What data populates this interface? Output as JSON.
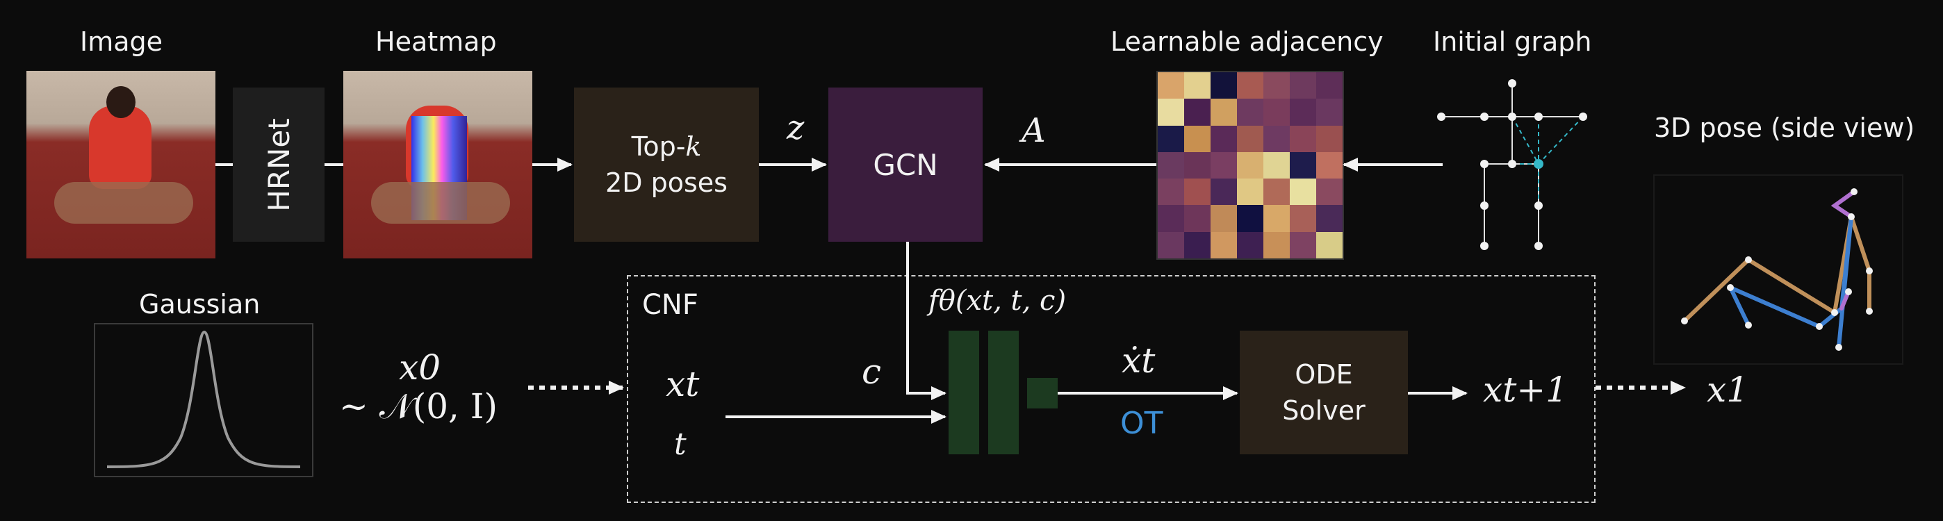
{
  "labels": {
    "image": "Image",
    "heatmap": "Heatmap",
    "hrnet": "HRNet",
    "topk_line1": "Top-",
    "topk_k": "k",
    "topk_line2": "2D poses",
    "gcn": "GCN",
    "z": "z",
    "A": "A",
    "learnable_adjacency": "Learnable adjacency",
    "initial_graph": "Initial graph",
    "pose3d": "3D pose (side view)",
    "gaussian": "Gaussian",
    "cnf": "CNF",
    "f_theta": "fθ(xt, t, c)",
    "c": "c",
    "x0": "x0",
    "x0_dist": "∼ 𝒩(0, I)",
    "xt": "xt",
    "t": "t",
    "xdot": "ẋt",
    "ot": "OT",
    "ode_line1": "ODE",
    "ode_line2": "Solver",
    "xt1": "xt+1",
    "x1": "x1"
  },
  "colors": {
    "background": "#0c0c0c",
    "hrnet_box": "#1e1e1e",
    "topk_box": "#2a2219",
    "gcn_box": "#3a1d3d",
    "ode_box": "#2a2219",
    "mlp_green": "#1c3a20",
    "ot_blue": "#3d8fd6",
    "edge_cyan": "#35b8c8",
    "pose_orange": "#c0905a",
    "pose_blue": "#3d7fd0",
    "pose_purple": "#b070d0"
  },
  "adjacency_matrix": [
    [
      "#d9a46a",
      "#e3d08f",
      "#12123a",
      "#a85a52",
      "#8a4a5e",
      "#6e3a5e",
      "#5e2e58"
    ],
    [
      "#e8dca0",
      "#4a2050",
      "#d0a060",
      "#6e3a60",
      "#7a3c5c",
      "#5c2c58",
      "#6a3860"
    ],
    [
      "#1a1a48",
      "#c89050",
      "#5a2a58",
      "#a05a50",
      "#6e3a62",
      "#8a4458",
      "#9a5050"
    ],
    [
      "#6a3a60",
      "#6a3458",
      "#7a3e62",
      "#d8b070",
      "#e0d494",
      "#1e1c4c",
      "#c07060"
    ],
    [
      "#7a4060",
      "#a05050",
      "#4a2858",
      "#e0c884",
      "#b06a58",
      "#e8e0a0",
      "#8a4a60"
    ],
    [
      "#5a2c58",
      "#6e365a",
      "#c08a58",
      "#101040",
      "#d8a868",
      "#a86058",
      "#4a2a58"
    ],
    [
      "#6a3860",
      "#3a1e50",
      "#d09860",
      "#3e2052",
      "#c89058",
      "#7e4262",
      "#d8cc88"
    ]
  ]
}
